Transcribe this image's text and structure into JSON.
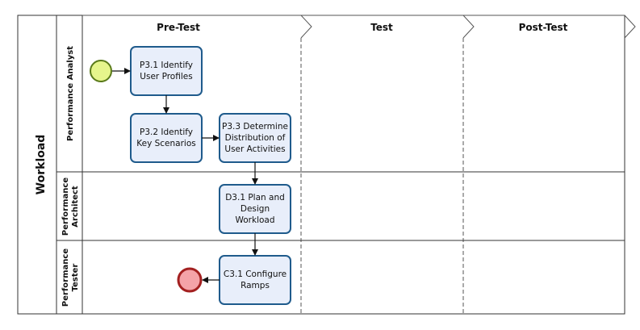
{
  "pool": {
    "label": "Workload"
  },
  "phases": [
    {
      "label": "Pre-Test"
    },
    {
      "label": "Test"
    },
    {
      "label": "Post-Test"
    }
  ],
  "lanes": [
    {
      "label_lines": [
        "Performance Analyst"
      ]
    },
    {
      "label_lines": [
        "Performance",
        "Architect"
      ]
    },
    {
      "label_lines": [
        "Performance",
        "Tester"
      ]
    }
  ],
  "tasks": [
    {
      "id": "p31",
      "lines": [
        "P3.1 Identify",
        "User Profiles"
      ]
    },
    {
      "id": "p32",
      "lines": [
        "P3.2 Identify",
        "Key Scenarios"
      ]
    },
    {
      "id": "p33",
      "lines": [
        "P3.3 Determine",
        "Distribution of",
        "User Activities"
      ]
    },
    {
      "id": "d31",
      "lines": [
        "D3.1 Plan and",
        "Design",
        "Workload"
      ]
    },
    {
      "id": "c31",
      "lines": [
        "C3.1 Configure",
        "Ramps"
      ]
    }
  ],
  "events": {
    "start": {
      "color": "#e6f58c"
    },
    "end": {
      "color": "#f4a3a8"
    }
  },
  "colors": {
    "task_fill": "#e8eefa",
    "task_stroke": "#1f5b8c",
    "line": "#333333"
  }
}
